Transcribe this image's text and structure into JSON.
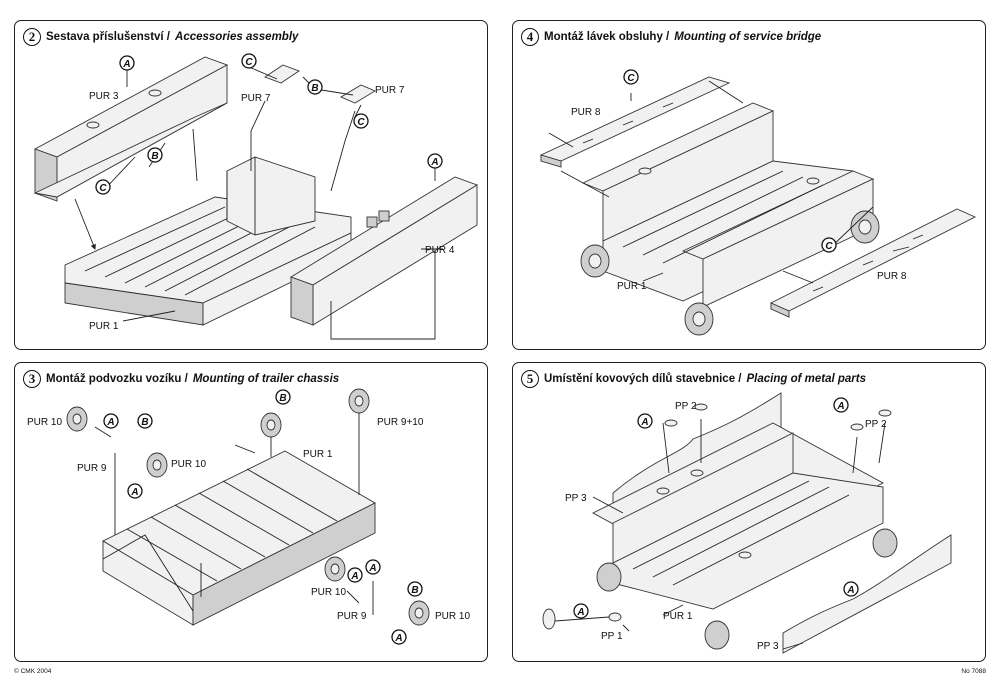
{
  "panels": {
    "p2": {
      "number": "2",
      "title_cz": "Sestava příslušenství /",
      "title_en": "Accessories assembly",
      "labels": [
        "PUR 3",
        "PUR 7",
        "PUR 7",
        "PUR 4",
        "PUR 1"
      ],
      "tags": [
        "A",
        "B",
        "C",
        "C",
        "B",
        "C",
        "A"
      ]
    },
    "p4": {
      "number": "4",
      "title_cz": "Montáž lávek obsluhy /",
      "title_en": "Mounting of service bridge",
      "labels": [
        "PUR 8",
        "PUR 1",
        "PUR 8"
      ],
      "tags": [
        "C",
        "C"
      ]
    },
    "p3": {
      "number": "3",
      "title_cz": "Montáž podvozku vozíku /",
      "title_en": "Mounting of trailer chassis",
      "labels": [
        "PUR 10",
        "PUR 10",
        "PUR 9",
        "PUR 1",
        "PUR 9+10",
        "PUR 10",
        "PUR 9",
        "PUR 10"
      ],
      "tags": [
        "A",
        "B",
        "A",
        "B",
        "A",
        "A",
        "B",
        "A"
      ]
    },
    "p5": {
      "number": "5",
      "title_cz": "Umístění kovových dílů stavebnice /",
      "title_en": "Placing of metal parts",
      "labels": [
        "PP 2",
        "PP 2",
        "PP 3",
        "PP 1",
        "PUR 1",
        "PP 3"
      ],
      "tags": [
        "A",
        "A",
        "A",
        "A"
      ]
    }
  },
  "footer": {
    "copyright": "© CMK 2004",
    "code": "No 7088"
  }
}
